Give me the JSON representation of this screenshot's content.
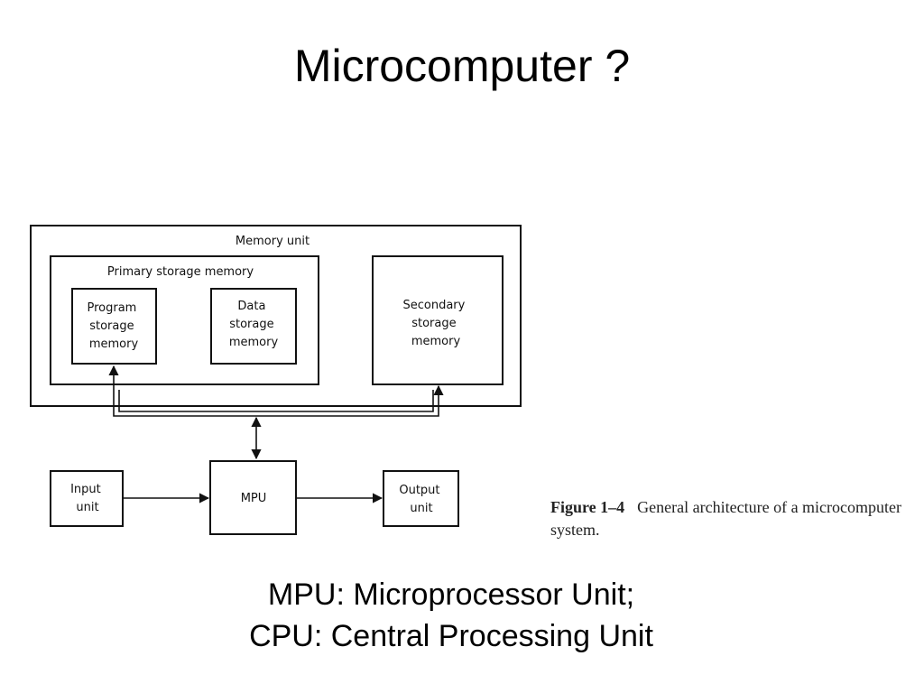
{
  "slide": {
    "title": "Microcomputer ?"
  },
  "diagram": {
    "memory_unit": "Memory unit",
    "primary_storage": "Primary storage memory",
    "program_storage": [
      "Program",
      "storage",
      "memory"
    ],
    "data_storage": [
      "Data",
      "storage",
      "memory"
    ],
    "secondary_storage": [
      "Secondary",
      "storage",
      "memory"
    ],
    "input_unit": [
      "Input",
      "unit"
    ],
    "mpu": "MPU",
    "output_unit": [
      "Output",
      "unit"
    ]
  },
  "caption": {
    "label": "Figure 1–4",
    "text": "General architecture of a microcomputer system."
  },
  "footnote": {
    "line1": "MPU: Microprocessor Unit;",
    "line2": "CPU: Central Processing Unit"
  }
}
